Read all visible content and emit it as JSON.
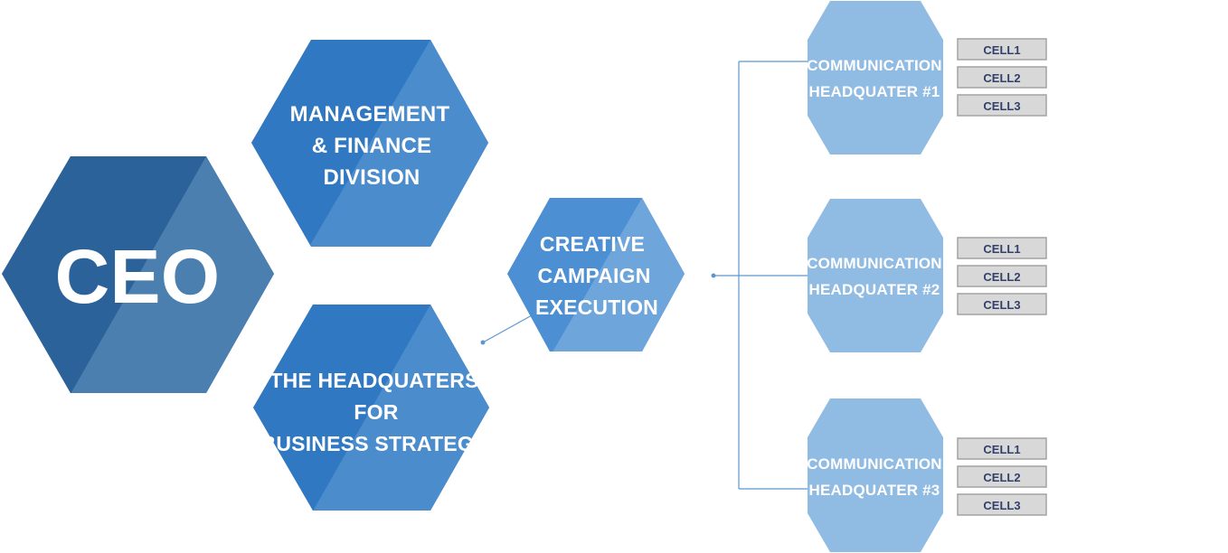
{
  "colors": {
    "ceo_dark": "#2a6299",
    "ceo_light": "#4a7fb0",
    "division_dark": "#3078c2",
    "division_light": "#4b8ccd",
    "creative_dark": "#4d8fd3",
    "creative_light": "#6ea6dc",
    "comm_fill": "#90bbe3",
    "border": "#9aa7bb",
    "connector": "#5e97cf",
    "cell_fill": "#d8d8d8",
    "cell_border": "#a2a2a2",
    "cell_text": "#33406a"
  },
  "ceo": {
    "lines": [
      "CEO"
    ]
  },
  "management": {
    "lines": [
      "MANAGEMENT",
      "& FINANCE",
      "DIVISION"
    ]
  },
  "headquarters": {
    "lines": [
      "THE HEADQUATERS",
      "FOR",
      "BUSINESS STRATEGY"
    ]
  },
  "creative": {
    "lines": [
      "CREATIVE",
      "CAMPAIGN",
      "EXECUTION"
    ]
  },
  "communication": [
    {
      "lines": [
        "COMMUNICATION",
        "HEADQUATER #1"
      ],
      "cells": [
        "CELL1",
        "CELL2",
        "CELL3"
      ]
    },
    {
      "lines": [
        "COMMUNICATION",
        "HEADQUATER #2"
      ],
      "cells": [
        "CELL1",
        "CELL2",
        "CELL3"
      ]
    },
    {
      "lines": [
        "COMMUNICATION",
        "HEADQUATER #3"
      ],
      "cells": [
        "CELL1",
        "CELL2",
        "CELL3"
      ]
    }
  ]
}
